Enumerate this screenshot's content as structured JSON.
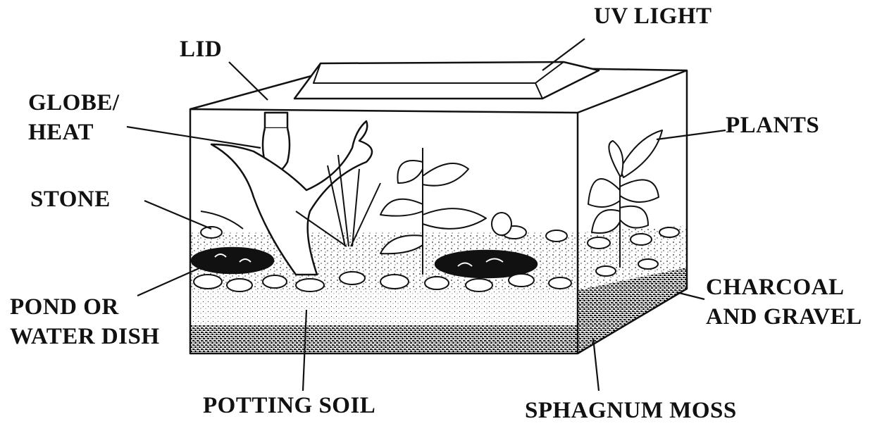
{
  "labels": {
    "uv_light": "UV LIGHT",
    "lid": "LID",
    "globe_line1": "GLOBE/",
    "globe_line2": "HEAT",
    "plants": "PLANTS",
    "stone": "STONE",
    "charcoal_line1": "CHARCOAL",
    "charcoal_line2": "AND GRAVEL",
    "pond_line1": "POND OR",
    "pond_line2": "WATER DISH",
    "potting_soil": "POTTING SOIL",
    "sphagnum_moss": "SPHAGNUM MOSS"
  },
  "colors": {
    "ink": "#111111",
    "background": "#ffffff"
  }
}
